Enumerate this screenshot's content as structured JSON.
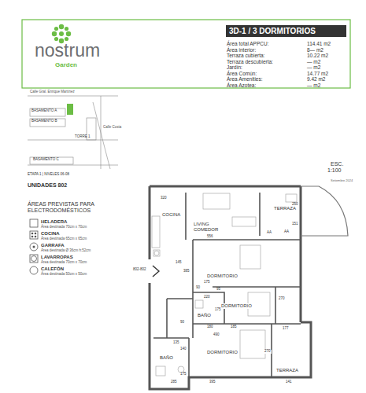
{
  "diagram": {
    "nodes": [
      {
        "text": [
          "3D-1 / 3 DORMITORIOS"
        ]
      }
    ],
    "labels": [
      "nostrum",
      "Garden",
      "Área total APPCU:",
      "114.41 m2",
      "Área interior:",
      "8— m2",
      "Terraza cubierta:",
      "10.22 m2",
      "Terraza descubierta:",
      "— m2",
      "Jardín:",
      "— m2",
      "Área Común:",
      "14.77 m2",
      "Área Amenities:",
      "9.42 m2",
      "Área Azotea:",
      "— m2",
      "Calle Gral. Enrique Martínez",
      "BASAMENTO A",
      "BASAMENTO B",
      "TORRE 1",
      "BASAMENTO C",
      "Calle Costa",
      "ETAPA 1 | NIVELES 06-08",
      "UNIDADES 802",
      "ÁREAS PREVISTAS PARA ELECTRODOMÉSTICOS",
      "Área destinada 70cm x 70cm",
      "Área destinada 65cm x 65cm",
      "Área destinada Ø 36cm h:52cm",
      "Área destinada 70cm x 70cm",
      "Área destinada 50cm x 50cm",
      "ESC.",
      "1:100",
      "Setiembre 2024",
      "COCINA",
      "LIVING COMEDOR",
      "TERRAZA",
      "DORMITORIO",
      "DORMITORIO",
      "DORMITORIO",
      "BAÑO",
      "BAÑO",
      "TERRAZA",
      "802-802",
      "320",
      "556",
      "145",
      "250",
      "151",
      "AA",
      "AA",
      "385",
      "175",
      "90",
      "95",
      "270",
      "220",
      "175",
      "180",
      "185",
      "490",
      "90",
      "135",
      "140",
      "270",
      "285",
      "175",
      "395",
      "177",
      "141"
    ],
    "legend": [
      {
        "text": "HELADERA"
      },
      {
        "text": "COCINA"
      },
      {
        "text": "GARRAFA"
      },
      {
        "text": "LAVARROPAS"
      },
      {
        "text": "CALEFÓN"
      }
    ]
  }
}
